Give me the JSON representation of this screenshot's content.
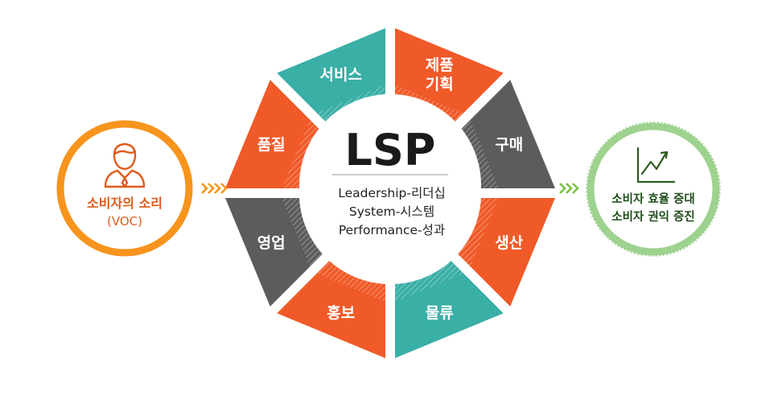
{
  "center": {
    "title": "LSP",
    "lines": [
      "Leadership-리더십",
      "System-시스템",
      "Performance-성과"
    ]
  },
  "segments": [
    {
      "lines": [
        "제품",
        "기획"
      ],
      "color": "#f05a28"
    },
    {
      "lines": [
        "구매"
      ],
      "color": "#5b5c5e"
    },
    {
      "lines": [
        "생산"
      ],
      "color": "#f05a28"
    },
    {
      "lines": [
        "물류"
      ],
      "color": "#3aafa6"
    },
    {
      "lines": [
        "홍보"
      ],
      "color": "#f05a28"
    },
    {
      "lines": [
        "영업"
      ],
      "color": "#5b5c5e"
    },
    {
      "lines": [
        "품질"
      ],
      "color": "#f05a28"
    },
    {
      "lines": [
        "서비스"
      ],
      "color": "#3aafa6"
    }
  ],
  "left_node": {
    "title": "소비자의 소리",
    "subtitle": "(VOC)",
    "icon": "person-icon",
    "color": "#f7941d",
    "text_color": "#e05a1c"
  },
  "right_node": {
    "lines": [
      "소비자 효율 증대",
      "소비자 권익 증진"
    ],
    "icon": "line-chart-icon",
    "color": "#9ed28f",
    "text_color": "#1f4d1a"
  },
  "arrows": {
    "left_color": "#f7941d",
    "right_color": "#7bc043"
  }
}
